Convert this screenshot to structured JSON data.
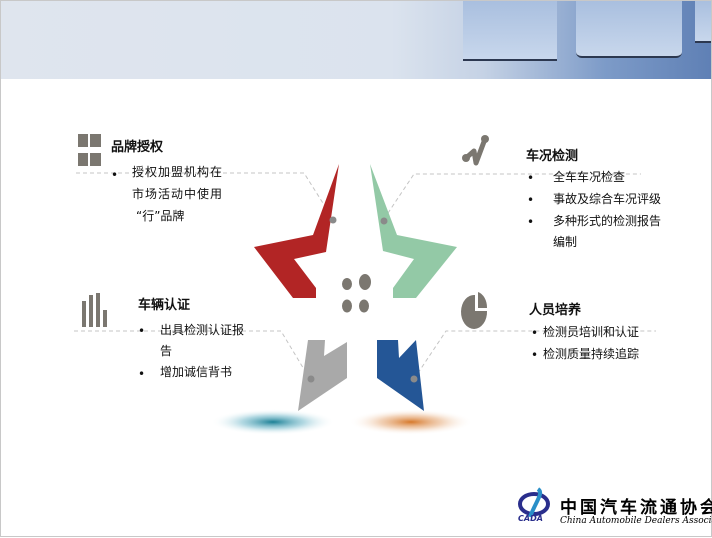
{
  "sections": [
    {
      "title": "品牌授权",
      "items": [
        "授权加盟机构在",
        "市场活动中使用",
        "“行”品牌"
      ]
    },
    {
      "title": "车况检测",
      "items": [
        "全车车况检查",
        "事故及综合车况评级",
        "多种形式的检测报告",
        "编制"
      ]
    },
    {
      "title": "车辆认证",
      "items": [
        "出具检测认证报",
        "告",
        "增加诚信背书"
      ]
    },
    {
      "title": "人员培养",
      "items": [
        "检测员培训和认证",
        "检测质量持续追踪"
      ]
    }
  ],
  "logo": {
    "abbr": "CADA",
    "cn": "中国汽车流通协会",
    "en": "China Automobile Dealers Association"
  },
  "colors": {
    "red": "#b22525",
    "green": "#93c9a6",
    "gray": "#a9a9a9",
    "blue": "#245696",
    "icon": "#7b7770"
  }
}
